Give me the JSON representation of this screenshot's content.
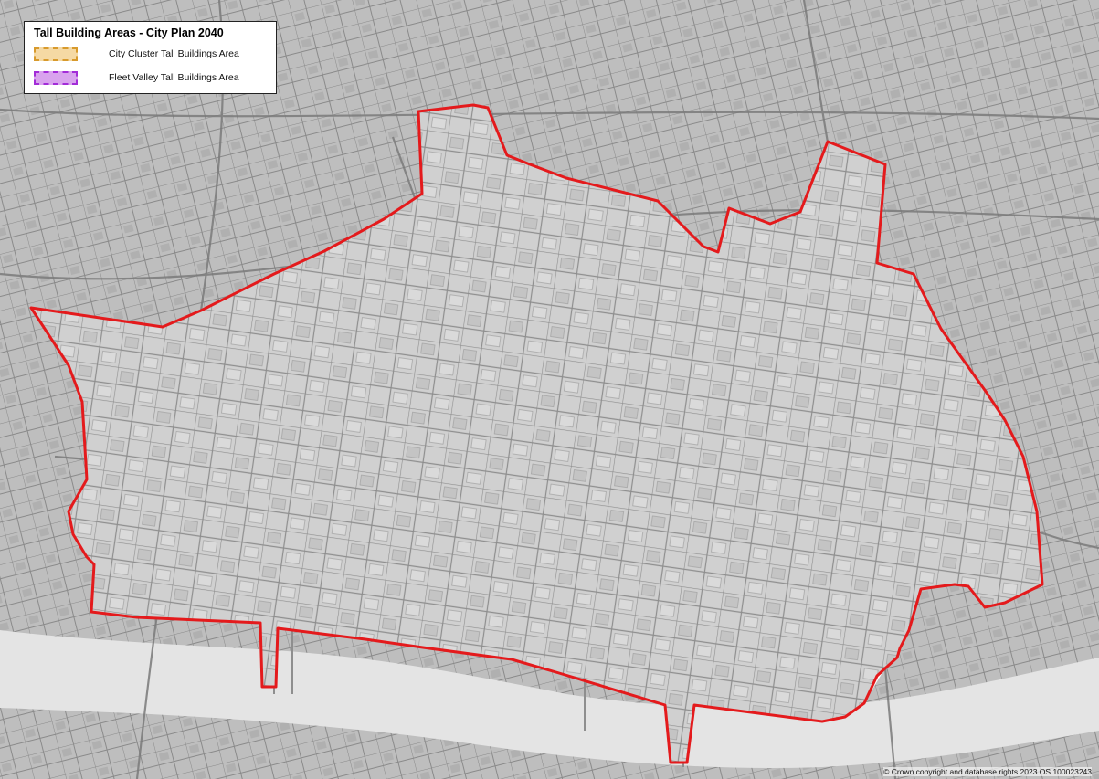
{
  "map": {
    "title": "Tall Building Areas - City Plan 2040",
    "legend": [
      {
        "label": "City Cluster Tall Buildings Area",
        "fill": "#f5d9a4",
        "stroke": "#d89a2c"
      },
      {
        "label": "Fleet Valley Tall Buildings Area",
        "fill": "#d9a3ee",
        "stroke": "#a32cd8"
      }
    ],
    "copyright": "© Crown copyright and database rights 2023 OS 100023243",
    "colors": {
      "boundary": "#e41a1c",
      "river": "#ffffff",
      "streets": "#8c8c8c",
      "blocks": "#d2d2d2",
      "outside": "#bdbdbd"
    }
  }
}
